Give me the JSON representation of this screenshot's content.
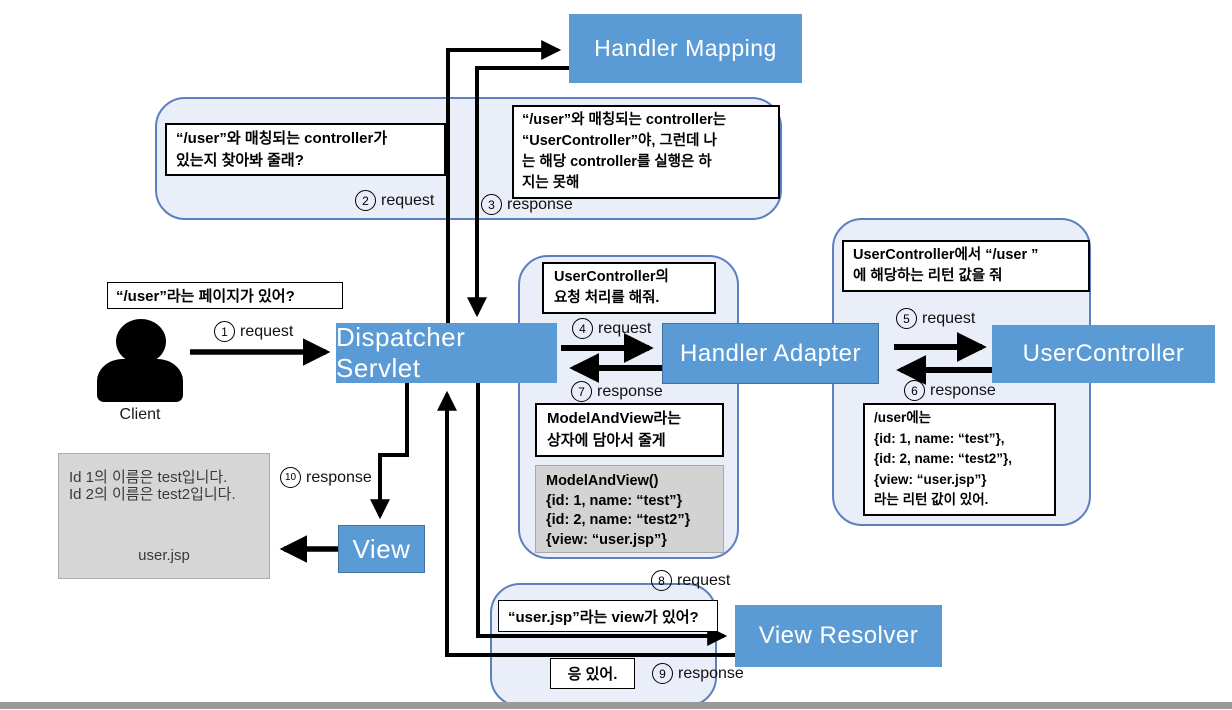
{
  "colors": {
    "node_blue": "#5B9BD5",
    "node_border": "#41719C",
    "container_fill": "#EAEEF8",
    "container_border": "#5B80BF",
    "gray_fill": "#D3D3D3",
    "bottom_bar": "#9A9A9A"
  },
  "nodes": {
    "handler_mapping": "Handler Mapping",
    "dispatcher_servlet": "Dispatcher Servlet",
    "handler_adapter": "Handler Adapter",
    "user_controller": "UserController",
    "view": "View",
    "view_resolver": "View Resolver"
  },
  "client": {
    "label": "Client"
  },
  "speech": {
    "client_ask": {
      "text": "“/user”라는 페이지가 있어?"
    },
    "find_controller": {
      "lines": [
        "“/user”와 매칭되는 controller가",
        "있는지 찾아봐 줄래?"
      ]
    },
    "found_controller": {
      "lines": [
        "“/user”와 매칭되는 controller는",
        "“UserController”야, 그런데 나",
        "는 해당 controller를 실행은 하",
        "지는 못해"
      ]
    },
    "handle_request": {
      "lines": [
        "UserController의",
        "요청 처리를 해줘."
      ]
    },
    "model_and_view_wrap": {
      "lines": [
        "ModelAndView라는",
        "상자에 담아서 줄게"
      ]
    },
    "return_request": {
      "lines": [
        "UserController에서 “/user ”",
        "에 해당하는 리턴 값을 줘"
      ]
    },
    "return_value": {
      "lines": [
        "/user에는",
        "{id: 1, name: “test”},",
        "{id: 2, name: “test2”},",
        "{view: “user.jsp”}",
        "라는 리턴 값이 있어."
      ]
    },
    "view_exists_q": {
      "text": "“user.jsp”라는 view가 있어?"
    },
    "view_exists_a": {
      "text": "응 있어."
    }
  },
  "code_boxes": {
    "model_and_view": {
      "title": "ModelAndView()",
      "lines": [
        "{id: 1, name: “test”}",
        "{id: 2, name: “test2”}",
        "{view: “user.jsp”}"
      ]
    },
    "rendered_page": {
      "lines": [
        "Id 1의 이름은 test입니다.",
        "Id 2의 이름은 test2입니다."
      ],
      "filename": "user.jsp"
    }
  },
  "steps": [
    {
      "num": "1",
      "label": "request"
    },
    {
      "num": "2",
      "label": "request"
    },
    {
      "num": "3",
      "label": "response"
    },
    {
      "num": "4",
      "label": "request"
    },
    {
      "num": "5",
      "label": "request"
    },
    {
      "num": "6",
      "label": "response"
    },
    {
      "num": "7",
      "label": "response"
    },
    {
      "num": "8",
      "label": "request"
    },
    {
      "num": "9",
      "label": "response"
    },
    {
      "num": "10",
      "label": "response"
    }
  ]
}
